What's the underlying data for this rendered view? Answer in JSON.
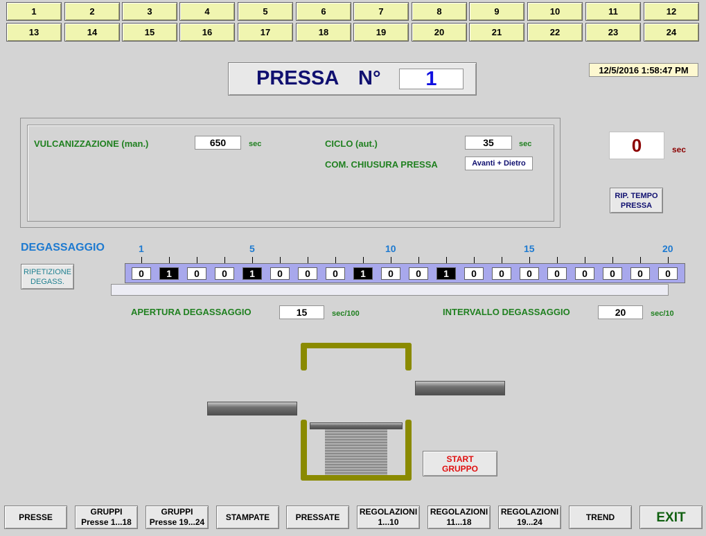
{
  "press_buttons": [
    "1",
    "2",
    "3",
    "4",
    "5",
    "6",
    "7",
    "8",
    "9",
    "10",
    "11",
    "12",
    "13",
    "14",
    "15",
    "16",
    "17",
    "18",
    "19",
    "20",
    "21",
    "22",
    "23",
    "24"
  ],
  "title": {
    "label": "PRESSA",
    "number_label": "N°",
    "press_number": "1"
  },
  "datetime": "12/5/2016 1:58:47 PM",
  "params": {
    "vulc_label": "VULCANIZZAZIONE (man.)",
    "vulc_value": "650",
    "vulc_unit": "sec",
    "ciclo_label": "CICLO (aut.)",
    "ciclo_value": "35",
    "ciclo_unit": "sec",
    "chiusura_label": "COM. CHIUSURA PRESSA",
    "chiusura_value": "Avanti + Dietro"
  },
  "timer": {
    "value": "0",
    "unit": "sec"
  },
  "rip_tempo_label": "RIP. TEMPO\nPRESSA",
  "degas": {
    "title": "DEGASSAGGIO",
    "repeat_label": "RIPETIZIONE\nDEGASS.",
    "scale": [
      "1",
      "5",
      "10",
      "15",
      "20"
    ],
    "cells": [
      "0",
      "1",
      "0",
      "0",
      "1",
      "0",
      "0",
      "0",
      "1",
      "0",
      "0",
      "1",
      "0",
      "0",
      "0",
      "0",
      "0",
      "0",
      "0",
      "0"
    ],
    "apertura_label": "APERTURA DEGASSAGGIO",
    "apertura_value": "15",
    "apertura_unit": "sec/100",
    "intervallo_label": "INTERVALLO DEGASSAGGIO",
    "intervallo_value": "20",
    "intervallo_unit": "sec/10"
  },
  "start_gruppo_label": "START\nGRUPPO",
  "colors": {
    "accent_red": "#e01010",
    "green_label": "#208020",
    "blue_title": "#101070",
    "scale_blue": "#1e7ad0"
  },
  "nav": [
    {
      "label": "PRESSE"
    },
    {
      "label": "GRUPPI\nPresse 1...18"
    },
    {
      "label": "GRUPPI\nPresse 19...24"
    },
    {
      "label": "STAMPATE"
    },
    {
      "label": "PRESSATE"
    },
    {
      "label": "REGOLAZIONI\n1...10"
    },
    {
      "label": "REGOLAZIONI\n11...18"
    },
    {
      "label": "REGOLAZIONI\n19...24"
    },
    {
      "label": "TREND"
    },
    {
      "label": "EXIT"
    }
  ]
}
